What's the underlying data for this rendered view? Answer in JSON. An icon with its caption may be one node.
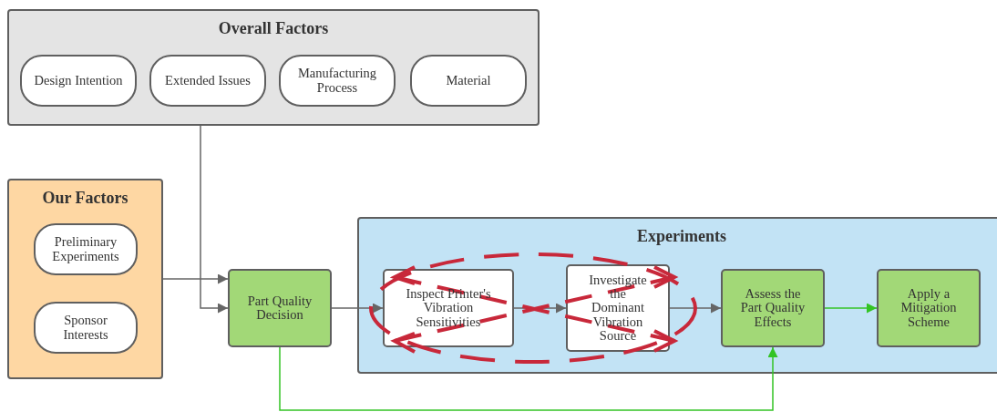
{
  "diagram": {
    "nodes": [
      {
        "text": [
          "Overall Factors"
        ]
      },
      {
        "text": [
          "Design Intention"
        ],
        "in": 0
      },
      {
        "text": [
          "Extended Issues"
        ],
        "in": 0
      },
      {
        "text": [
          "Manufacturing Process"
        ],
        "in": 0
      },
      {
        "text": [
          "Material"
        ],
        "in": 0
      },
      {
        "text": [
          "Our Factors"
        ]
      },
      {
        "text": [
          "Preliminary Experiments"
        ],
        "in": 5
      },
      {
        "text": [
          "Sponsor Interests"
        ],
        "in": 5
      },
      {
        "text": [
          "Part Quality Decision"
        ]
      },
      {
        "text": [
          "Experiments"
        ]
      },
      {
        "text": [
          "Inspect Printer's Vibration Sensitivities"
        ],
        "in": 9
      },
      {
        "text": [
          "Investigate the Dominant Vibration Source"
        ],
        "in": 9
      },
      {
        "text": [
          "Assess the Part Quality Effects"
        ],
        "in": 9
      },
      {
        "text": [
          "Apply a Mitigation Scheme"
        ],
        "in": 9
      }
    ],
    "edges": [
      {
        "from": 0,
        "to": 8,
        "arrow": "to"
      },
      {
        "from": 5,
        "to": 8,
        "arrow": "to"
      },
      {
        "from": 8,
        "to": 10,
        "arrow": "to"
      },
      {
        "from": 10,
        "to": 11,
        "arrow": "to"
      },
      {
        "from": 11,
        "to": 12,
        "arrow": "to"
      },
      {
        "from": 12,
        "to": 13,
        "arrow": "to",
        "color": "#33c424"
      },
      {
        "from": 8,
        "to": 12,
        "arrow": "to",
        "color": "#33c424"
      }
    ]
  }
}
